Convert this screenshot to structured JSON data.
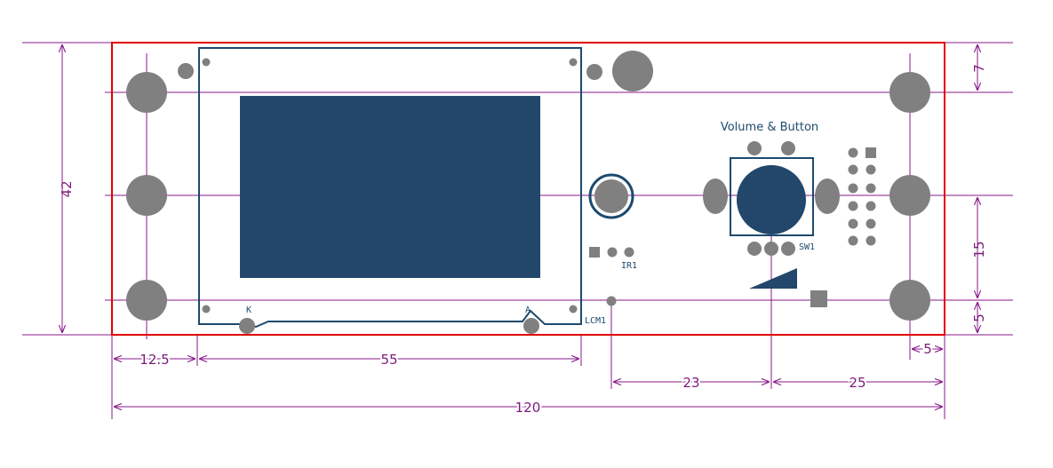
{
  "colors": {
    "background": "#ffffff",
    "board_outline": "#e00000",
    "dimension": "#8a1a8a",
    "silkscreen": "#1d4a6e",
    "pad": "#808080",
    "lcd_fill": "#22476a"
  },
  "labels": {
    "volume_button": "Volume & Button",
    "sw1": "SW1",
    "ir1": "IR1",
    "lcm1": "LCM1",
    "k": "K",
    "a": "A"
  },
  "dimensions": {
    "height_total": "42",
    "top_offset": "7",
    "row_pitch": "15",
    "bottom_offset": "5",
    "left_margin": "12.5",
    "lcd_width": "55",
    "right_margin": "5",
    "ir_to_knob": "23",
    "knob_to_edge": "25",
    "total_width": "120"
  }
}
